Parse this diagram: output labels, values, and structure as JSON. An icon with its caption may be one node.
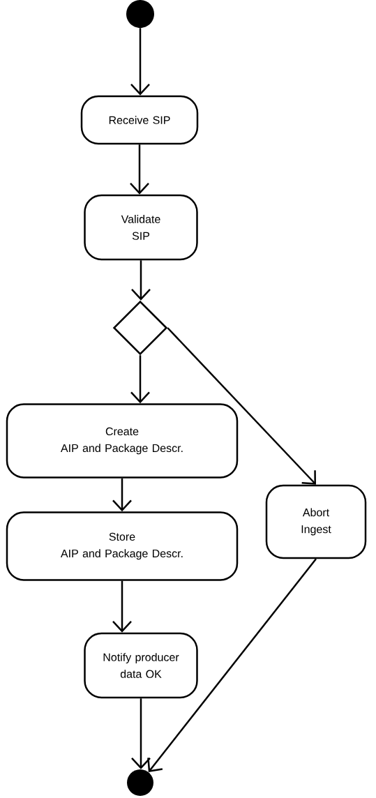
{
  "diagram": {
    "nodes": [
      {
        "text": [],
        "shape": "circle"
      },
      {
        "text": [
          "Receive SIP"
        ]
      },
      {
        "text": [
          "Validate SIP"
        ]
      },
      {
        "text": [],
        "shape": "diamond"
      },
      {
        "text": [
          "Create",
          "AIP and Package Descr."
        ]
      },
      {
        "text": [
          "Abort Ingest"
        ]
      },
      {
        "text": [
          "Store",
          "AIP and Package Descr."
        ]
      },
      {
        "text": [
          "Notify producer data OK"
        ]
      },
      {
        "text": [],
        "shape": "circle"
      }
    ],
    "edges": [
      {
        "from": 0,
        "to": 1,
        "arrow": "to"
      },
      {
        "from": 1,
        "to": 2,
        "arrow": "to"
      },
      {
        "from": 2,
        "to": 3,
        "arrow": "to"
      },
      {
        "from": 3,
        "to": 4,
        "arrow": "to"
      },
      {
        "from": 3,
        "to": 5,
        "arrow": "to"
      },
      {
        "from": 4,
        "to": 6,
        "arrow": "to"
      },
      {
        "from": 6,
        "to": 7,
        "arrow": "to"
      },
      {
        "from": 7,
        "to": 8,
        "arrow": "to"
      },
      {
        "from": 5,
        "to": 8,
        "arrow": "to"
      }
    ]
  }
}
